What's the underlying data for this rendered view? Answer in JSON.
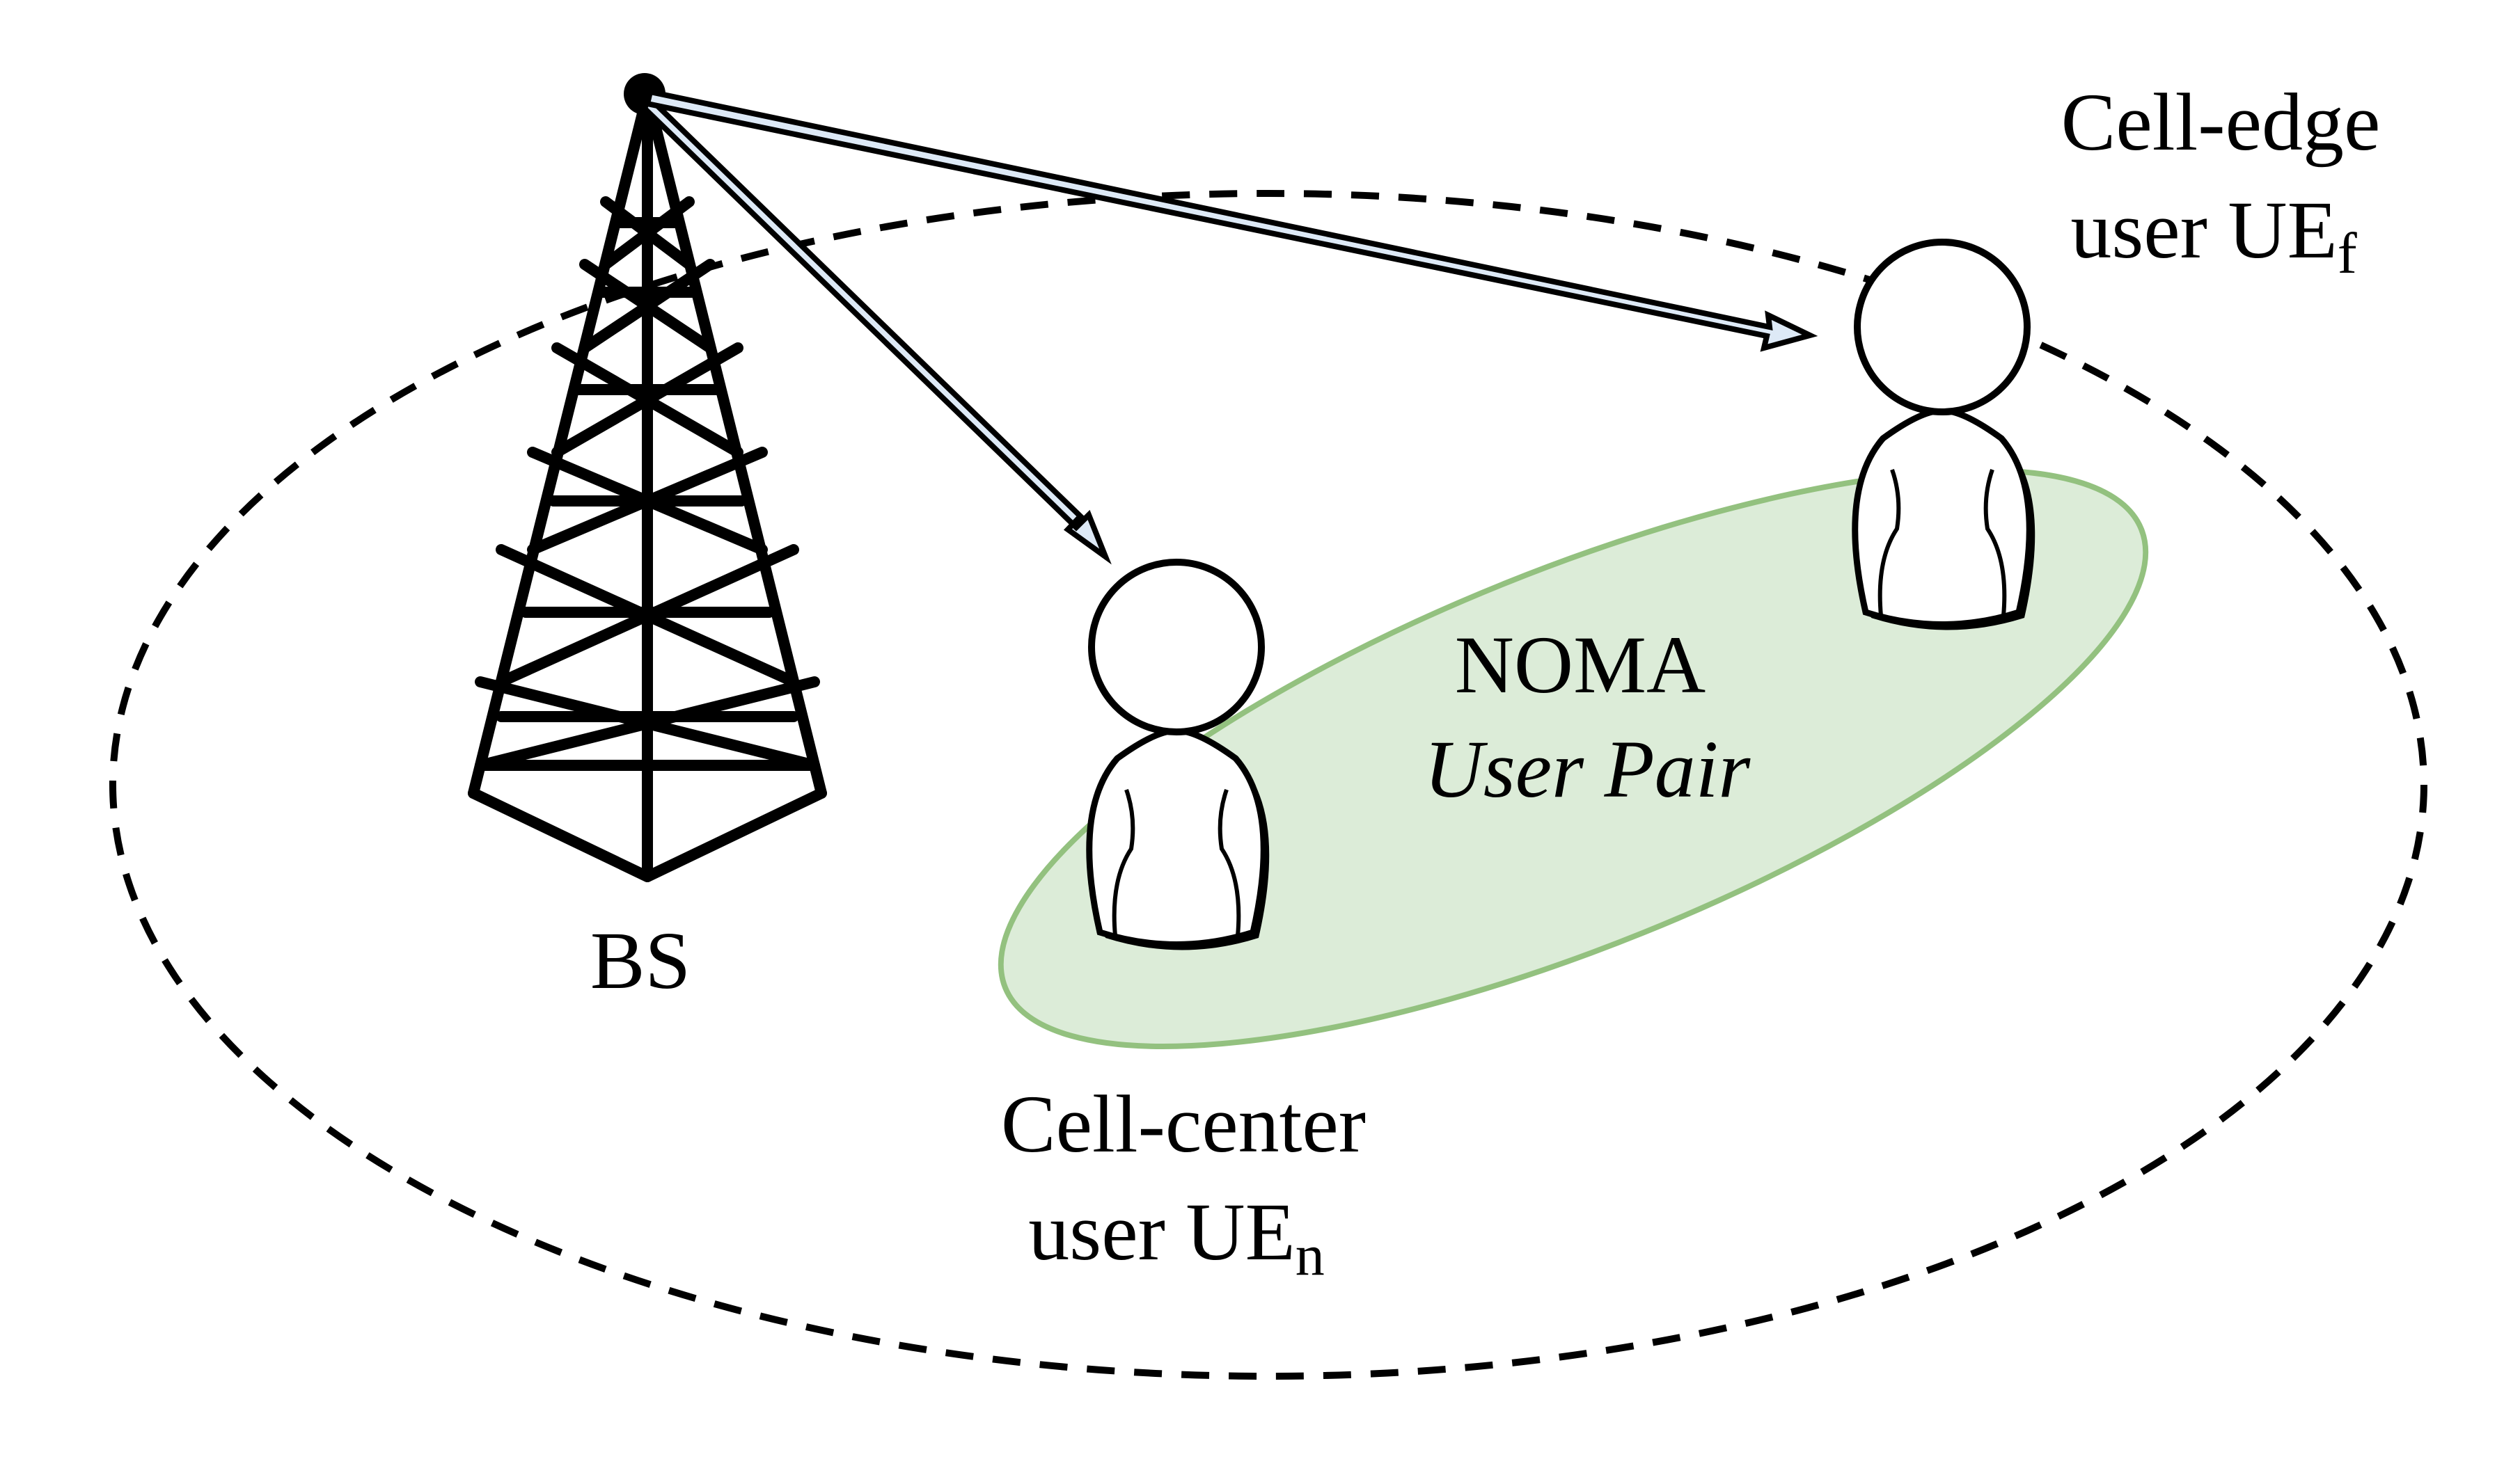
{
  "labels": {
    "bs": "BS",
    "cell_edge_line1": "Cell-edge",
    "cell_edge_line2_prefix": "user UE",
    "cell_edge_subscript": "f",
    "cell_center_line1": "Cell-center",
    "cell_center_line2_prefix": "user UE",
    "cell_center_subscript": "n",
    "noma_line1": "NOMA",
    "noma_line2": "User Pair"
  },
  "colors": {
    "stroke": "#000000",
    "cell_boundary": "#000000",
    "noma_fill": "#dcecd8",
    "noma_stroke": "#93c17f",
    "arrow_fill": "#dde9f6",
    "user_fill": "#ffffff"
  },
  "icons": {
    "base_station": "cell-tower-icon",
    "user": "person-icon"
  }
}
